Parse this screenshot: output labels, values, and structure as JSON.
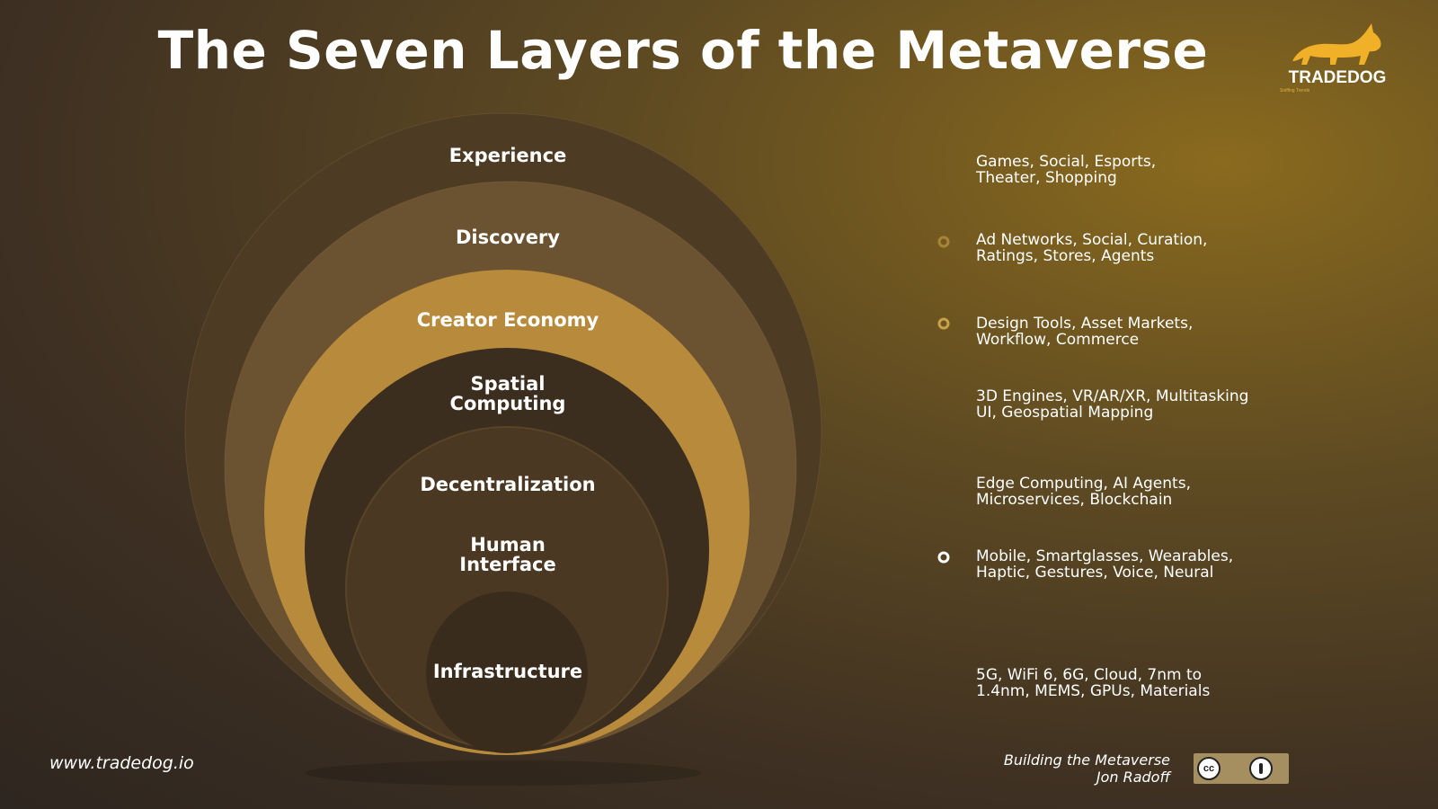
{
  "title": "The Seven Layers of the Metaverse",
  "logo": {
    "brand": "TRADEDOG",
    "tagline": "Sniffing Trends",
    "icon": "dog-icon"
  },
  "layers": [
    {
      "name": "Experience",
      "description_line1": "Games, Social, Esports,",
      "description_line2": "Theater, Shopping",
      "bullet": false
    },
    {
      "name": "Discovery",
      "description_line1": "Ad Networks, Social, Curation,",
      "description_line2": "Ratings, Stores, Agents",
      "bullet": true
    },
    {
      "name": "Creator Economy",
      "description_line1": "Design Tools, Asset Markets,",
      "description_line2": "Workflow, Commerce",
      "bullet": true
    },
    {
      "name_line1": "Spatial",
      "name_line2": "Computing",
      "description_line1": "3D Engines, VR/AR/XR, Multitasking",
      "description_line2": "UI, Geospatial Mapping",
      "bullet": false
    },
    {
      "name": "Decentralization",
      "description_line1": "Edge Computing, AI Agents,",
      "description_line2": "Microservices, Blockchain",
      "bullet": false
    },
    {
      "name_line1": "Human",
      "name_line2": "Interface",
      "description_line1": "Mobile, Smartglasses, Wearables,",
      "description_line2": "Haptic, Gestures, Voice, Neural",
      "bullet": true
    },
    {
      "name": "Infrastructure",
      "description_line1": "5G, WiFi 6, 6G, Cloud, 7nm to",
      "description_line2": "1.4nm, MEMS, GPUs, Materials",
      "bullet": false
    }
  ],
  "colors": {
    "ring_experience": "#5b4526",
    "ring_discovery": "#7a5e30",
    "ring_creator": "#b88c3c",
    "ring_spatial": "#3d2f1e",
    "ring_decentral": "#5a4529",
    "ring_human": "#4a3822",
    "ring_infrastructure": "#3a2c1d",
    "accent": "#c9a14a"
  },
  "footer": {
    "website": "www.tradedog.io",
    "credit_line1": "Building the Metaverse",
    "credit_line2": "Jon Radoff",
    "license_icons": [
      "cc-icon",
      "by-icon"
    ]
  }
}
